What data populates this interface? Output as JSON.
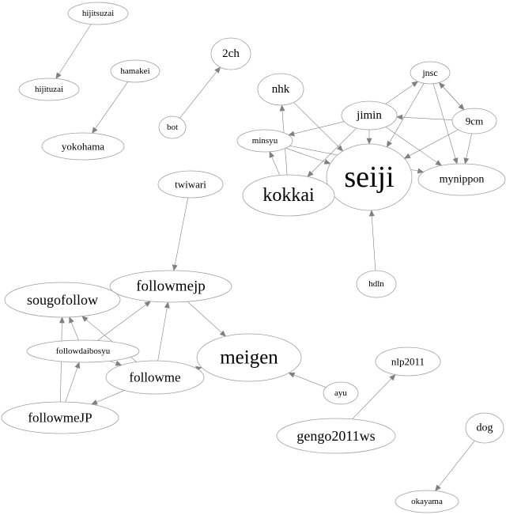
{
  "graph": {
    "nodes": [
      {
        "id": "hijitsuzai",
        "label": "hijitsuzai"
      },
      {
        "id": "hijituzai",
        "label": "hijituzai"
      },
      {
        "id": "hamakei",
        "label": "hamakei"
      },
      {
        "id": "yokohama",
        "label": "yokohama"
      },
      {
        "id": "2ch",
        "label": "2ch"
      },
      {
        "id": "bot",
        "label": "bot"
      },
      {
        "id": "nhk",
        "label": "nhk"
      },
      {
        "id": "jnsc",
        "label": "jnsc"
      },
      {
        "id": "jimin",
        "label": "jimin"
      },
      {
        "id": "9cm",
        "label": "9cm"
      },
      {
        "id": "minsyu",
        "label": "minsyu"
      },
      {
        "id": "seiji",
        "label": "seiji"
      },
      {
        "id": "mynippon",
        "label": "mynippon"
      },
      {
        "id": "kokkai",
        "label": "kokkai"
      },
      {
        "id": "hdln",
        "label": "hdln"
      },
      {
        "id": "twiwari",
        "label": "twiwari"
      },
      {
        "id": "followmejp",
        "label": "followmejp"
      },
      {
        "id": "sougofollow",
        "label": "sougofollow"
      },
      {
        "id": "followdaibosyu",
        "label": "followdaibosyu"
      },
      {
        "id": "followme",
        "label": "followme"
      },
      {
        "id": "meigen",
        "label": "meigen"
      },
      {
        "id": "followmeJP",
        "label": "followmeJP"
      },
      {
        "id": "ayu",
        "label": "ayu"
      },
      {
        "id": "nlp2011",
        "label": "nlp2011"
      },
      {
        "id": "gengo2011ws",
        "label": "gengo2011ws"
      },
      {
        "id": "dog",
        "label": "dog"
      },
      {
        "id": "okayama",
        "label": "okayama"
      }
    ],
    "edges": [
      {
        "from": "hijitsuzai",
        "to": "hijituzai"
      },
      {
        "from": "hamakei",
        "to": "yokohama"
      },
      {
        "from": "bot",
        "to": "2ch"
      },
      {
        "from": "nhk",
        "to": "seiji"
      },
      {
        "from": "kokkai",
        "to": "nhk"
      },
      {
        "from": "kokkai",
        "to": "minsyu"
      },
      {
        "from": "jimin",
        "to": "jnsc"
      },
      {
        "from": "jimin",
        "to": "minsyu"
      },
      {
        "from": "jimin",
        "to": "seiji"
      },
      {
        "from": "jimin",
        "to": "mynippon"
      },
      {
        "from": "jimin",
        "to": "kokkai"
      },
      {
        "from": "9cm",
        "to": "jimin"
      },
      {
        "from": "9cm",
        "to": "jnsc"
      },
      {
        "from": "9cm",
        "to": "seiji"
      },
      {
        "from": "9cm",
        "to": "mynippon"
      },
      {
        "from": "jnsc",
        "to": "9cm"
      },
      {
        "from": "jnsc",
        "to": "seiji"
      },
      {
        "from": "jnsc",
        "to": "mynippon"
      },
      {
        "from": "minsyu",
        "to": "seiji"
      },
      {
        "from": "minsyu",
        "to": "mynippon"
      },
      {
        "from": "hdln",
        "to": "seiji"
      },
      {
        "from": "twiwari",
        "to": "followmejp"
      },
      {
        "from": "followmejp",
        "to": "meigen"
      },
      {
        "from": "followmejp",
        "to": "sougofollow"
      },
      {
        "from": "followdaibosyu",
        "to": "followmejp"
      },
      {
        "from": "followdaibosyu",
        "to": "sougofollow"
      },
      {
        "from": "followdaibosyu",
        "to": "followme"
      },
      {
        "from": "followme",
        "to": "followmejp"
      },
      {
        "from": "followme",
        "to": "sougofollow"
      },
      {
        "from": "followme",
        "to": "meigen"
      },
      {
        "from": "followme",
        "to": "followmeJP"
      },
      {
        "from": "followmeJP",
        "to": "sougofollow"
      },
      {
        "from": "followmeJP",
        "to": "followdaibosyu"
      },
      {
        "from": "ayu",
        "to": "meigen"
      },
      {
        "from": "gengo2011ws",
        "to": "nlp2011"
      },
      {
        "from": "dog",
        "to": "okayama"
      }
    ]
  }
}
